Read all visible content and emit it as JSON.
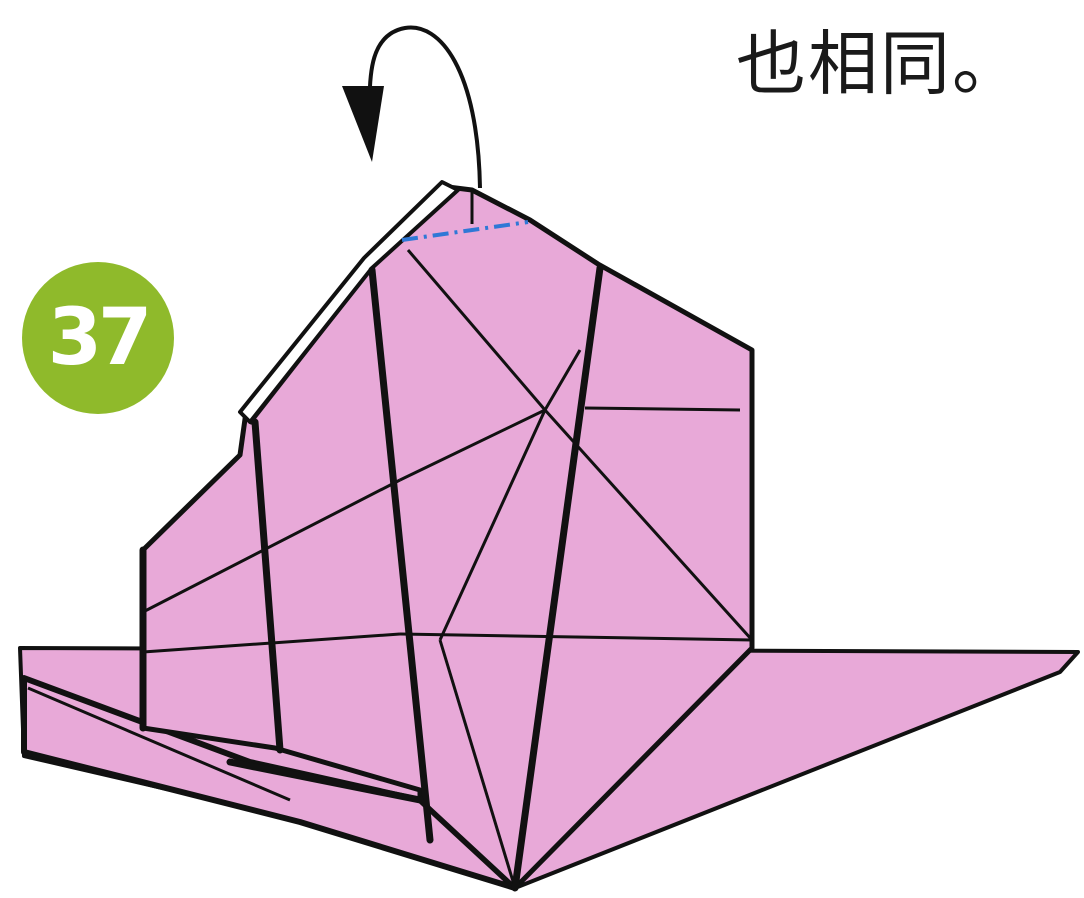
{
  "caption": "也相同。",
  "step": {
    "number": "37"
  },
  "colors": {
    "paper": "#e8a9d8",
    "line": "#111111",
    "paper_white": "#ffffff",
    "fold_guide": "#2f78d6",
    "badge": "#8fba2b"
  },
  "icons": {
    "arrow": "curved-fold-back-arrow"
  }
}
